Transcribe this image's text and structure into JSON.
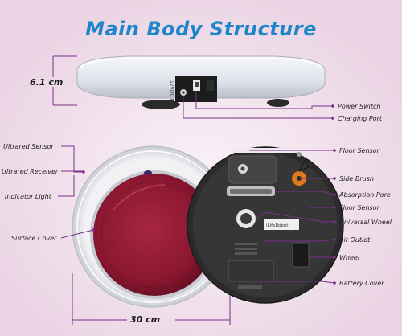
{
  "title": "Main Body Structure",
  "dimensions": {
    "height": "6.1 cm",
    "diameter": "30 cm"
  },
  "side_view": {
    "port_text": "17VDC 0.8A"
  },
  "bottom_view": {
    "logo_text": "iLifeRobot"
  },
  "labels": {
    "power_switch": "Power Switch",
    "charging_port": "Charging Port",
    "ultrared_sensor": "Ultrared Sensor",
    "ultrared_receiver": "Ultrared Receiver",
    "indicator_light": "Indicator Light",
    "surface_cover": "Surface Cover",
    "floor_sensor_top": "Floor Sensor",
    "side_brush": "Side Brush",
    "absorption_pore": "Absorption Pore",
    "floor_sensor_mid": "Floor Sensor",
    "universal_wheel": "Universal Wheel",
    "air_outlet": "Air Outlet",
    "wheel": "Wheel",
    "battery_cover": "Battery Cover"
  },
  "colors": {
    "title": "#1f86c9",
    "callout": "#7a2f8a",
    "background": "#f3e4ef",
    "cover": "#8e1830"
  }
}
